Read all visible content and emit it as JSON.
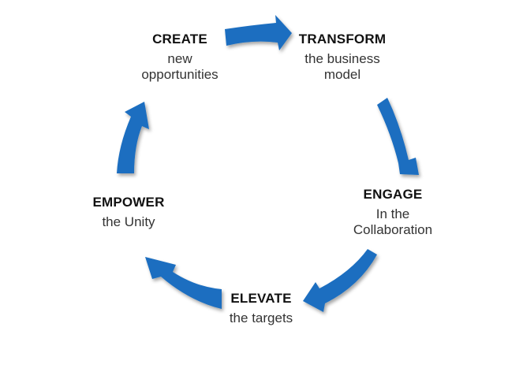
{
  "stages": [
    {
      "key": "create",
      "title": "CREATE",
      "description": "new\nopportunities"
    },
    {
      "key": "transform",
      "title": "TRANSFORM",
      "description": "the business\nmodel"
    },
    {
      "key": "engage",
      "title": "ENGAGE",
      "description": "In the\nCollaboration"
    },
    {
      "key": "elevate",
      "title": "ELEVATE",
      "description": "the targets"
    },
    {
      "key": "empower",
      "title": "EMPOWER",
      "description": "the Unity"
    }
  ],
  "colors": {
    "arrow": "#1a6ec0",
    "arrow_shadow": "#9fb4c8"
  }
}
